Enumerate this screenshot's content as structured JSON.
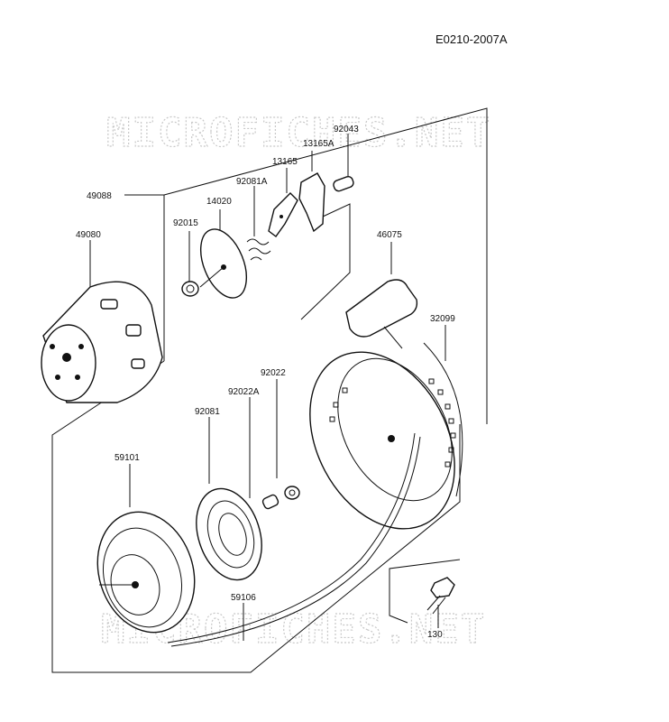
{
  "diagram_code": "E0210-2007A",
  "watermarks": [
    "MICROFICHES.NET",
    "MICROFICHES.NET"
  ],
  "parts": {
    "p92043": "92043",
    "p13165A": "13165A",
    "p13165": "13165",
    "p92081A": "92081A",
    "p14020": "14020",
    "p49088": "49088",
    "p92015": "92015",
    "p49080": "49080",
    "p46075": "46075",
    "p32099": "32099",
    "p92022": "92022",
    "p92022A": "92022A",
    "p92081": "92081",
    "p59101": "59101",
    "p59106": "59106",
    "p130": "130"
  }
}
